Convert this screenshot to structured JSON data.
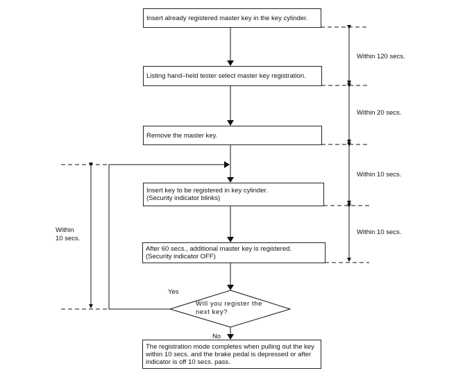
{
  "steps": [
    {
      "text": "Insert already registered master key in the key cylinder."
    },
    {
      "text": "Listing hand–held tester select master key registration."
    },
    {
      "text": "Remove the master key."
    },
    {
      "line1": "Insert key to be registered in key cylinder.",
      "line2": "(Security indicator blinks)"
    },
    {
      "line1": "After 60 secs., additional master key is registered.",
      "line2": "(Security indicator OFF)"
    }
  ],
  "decision": {
    "line1": "Will you register the",
    "line2": "next key?",
    "yes": "Yes",
    "no": "No"
  },
  "final": {
    "text": "The registration mode completes when pulling out the key within 10 secs. and the brake pedal is depressed or after indicator is off 10 secs. pass."
  },
  "timings": [
    "Within 120 secs.",
    "Within 20 secs.",
    "Within 10 secs.",
    "Within 10 secs."
  ],
  "loop_timing": {
    "line1": "Within",
    "line2": "10 secs."
  }
}
